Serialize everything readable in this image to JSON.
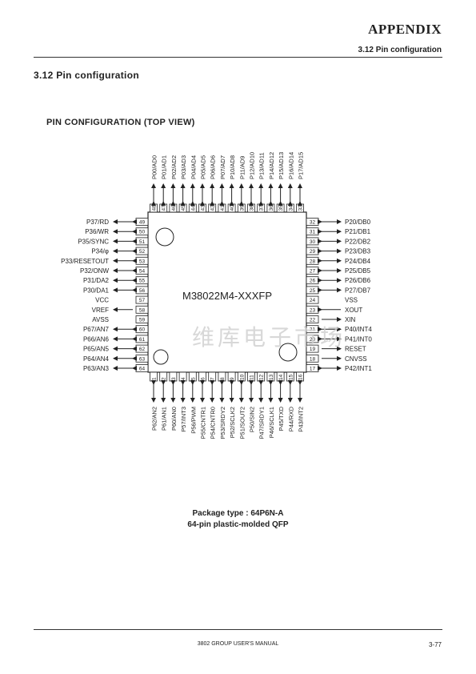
{
  "header": {
    "title": "APPENDIX",
    "subtitle": "3.12 Pin configuration"
  },
  "section_title": "3.12 Pin configuration",
  "figure_title": "PIN CONFIGURATION (TOP VIEW)",
  "chip": {
    "part_number": "M38022M4-XXXFP",
    "top_pins": [
      {
        "num": "48",
        "label": "P00/AD0"
      },
      {
        "num": "47",
        "label": "P01/AD1"
      },
      {
        "num": "46",
        "label": "P02/AD2"
      },
      {
        "num": "45",
        "label": "P03/AD3"
      },
      {
        "num": "44",
        "label": "P04/AD4"
      },
      {
        "num": "43",
        "label": "P05/AD5"
      },
      {
        "num": "42",
        "label": "P06/AD6"
      },
      {
        "num": "41",
        "label": "P07/AD7"
      },
      {
        "num": "40",
        "label": "P10/AD8"
      },
      {
        "num": "39",
        "label": "P11/AD9"
      },
      {
        "num": "38",
        "label": "P12/AD10"
      },
      {
        "num": "37",
        "label": "P13/AD11"
      },
      {
        "num": "36",
        "label": "P14/AD12"
      },
      {
        "num": "35",
        "label": "P15/AD13"
      },
      {
        "num": "34",
        "label": "P16/AD14"
      },
      {
        "num": "33",
        "label": "P17/AD15"
      }
    ],
    "left_pins": [
      {
        "num": "49",
        "label": "P37/RD",
        "dir": "bi"
      },
      {
        "num": "50",
        "label": "P36/WR",
        "dir": "bi"
      },
      {
        "num": "51",
        "label": "P35/SYNC",
        "dir": "bi"
      },
      {
        "num": "52",
        "label": "P34/φ",
        "dir": "bi"
      },
      {
        "num": "53",
        "label": "P33/RESETOUT",
        "dir": "bi"
      },
      {
        "num": "54",
        "label": "P32/ONW",
        "dir": "bi"
      },
      {
        "num": "55",
        "label": "P31/DA2",
        "dir": "bi"
      },
      {
        "num": "56",
        "label": "P30/DA1",
        "dir": "bi"
      },
      {
        "num": "57",
        "label": "VCC",
        "dir": "none"
      },
      {
        "num": "58",
        "label": "VREF",
        "dir": "in"
      },
      {
        "num": "59",
        "label": "AVSS",
        "dir": "none"
      },
      {
        "num": "60",
        "label": "P67/AN7",
        "dir": "bi"
      },
      {
        "num": "61",
        "label": "P66/AN6",
        "dir": "bi"
      },
      {
        "num": "62",
        "label": "P65/AN5",
        "dir": "bi"
      },
      {
        "num": "63",
        "label": "P64/AN4",
        "dir": "bi"
      },
      {
        "num": "64",
        "label": "P63/AN3",
        "dir": "bi"
      }
    ],
    "right_pins": [
      {
        "num": "32",
        "label": "P20/DB0",
        "dir": "bi"
      },
      {
        "num": "31",
        "label": "P21/DB1",
        "dir": "bi"
      },
      {
        "num": "30",
        "label": "P22/DB2",
        "dir": "bi"
      },
      {
        "num": "29",
        "label": "P23/DB3",
        "dir": "bi"
      },
      {
        "num": "28",
        "label": "P24/DB4",
        "dir": "bi"
      },
      {
        "num": "27",
        "label": "P25/DB5",
        "dir": "bi"
      },
      {
        "num": "26",
        "label": "P26/DB6",
        "dir": "bi"
      },
      {
        "num": "25",
        "label": "P27/DB7",
        "dir": "bi"
      },
      {
        "num": "24",
        "label": "VSS",
        "dir": "none"
      },
      {
        "num": "23",
        "label": "XOUT",
        "dir": "out"
      },
      {
        "num": "22",
        "label": "XIN",
        "dir": "in"
      },
      {
        "num": "21",
        "label": "P40/INT4",
        "dir": "bi"
      },
      {
        "num": "20",
        "label": "P41/INT0",
        "dir": "bi"
      },
      {
        "num": "19",
        "label": "RESET",
        "dir": "in"
      },
      {
        "num": "18",
        "label": "CNVSS",
        "dir": "in"
      },
      {
        "num": "17",
        "label": "P42/INT1",
        "dir": "bi"
      }
    ],
    "bottom_pins": [
      {
        "num": "1",
        "label": "P62/AN2"
      },
      {
        "num": "2",
        "label": "P61/AN1"
      },
      {
        "num": "3",
        "label": "P60/AN0"
      },
      {
        "num": "4",
        "label": "P57/INT3"
      },
      {
        "num": "5",
        "label": "P56/PWM"
      },
      {
        "num": "6",
        "label": "P55/CNTR1"
      },
      {
        "num": "7",
        "label": "P54/CNTR0"
      },
      {
        "num": "8",
        "label": "P53/SRDY2"
      },
      {
        "num": "9",
        "label": "P52/SCLK2"
      },
      {
        "num": "10",
        "label": "P51/SOUT2"
      },
      {
        "num": "11",
        "label": "P50/SIN2"
      },
      {
        "num": "12",
        "label": "P47/SRDY1"
      },
      {
        "num": "13",
        "label": "P46/SCLK1"
      },
      {
        "num": "14",
        "label": "P45/TXD"
      },
      {
        "num": "15",
        "label": "P44/RXD"
      },
      {
        "num": "16",
        "label": "P43/INT2"
      }
    ]
  },
  "package_line1": "Package type : 64P6N-A",
  "package_line2": "64-pin plastic-molded QFP",
  "footer": {
    "manual": "3802 GROUP USER'S MANUAL",
    "page": "3-77"
  },
  "watermark": "维库电子市场"
}
